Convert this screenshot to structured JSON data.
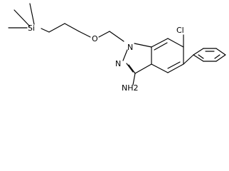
{
  "diagram": {
    "type": "chemical-structure",
    "atoms": {
      "silicon": "Si",
      "oxygen": "O",
      "nitrogen_ring_1": "N",
      "nitrogen_ring_2": "N",
      "chlorine": "Cl",
      "amine": "NH2"
    }
  }
}
